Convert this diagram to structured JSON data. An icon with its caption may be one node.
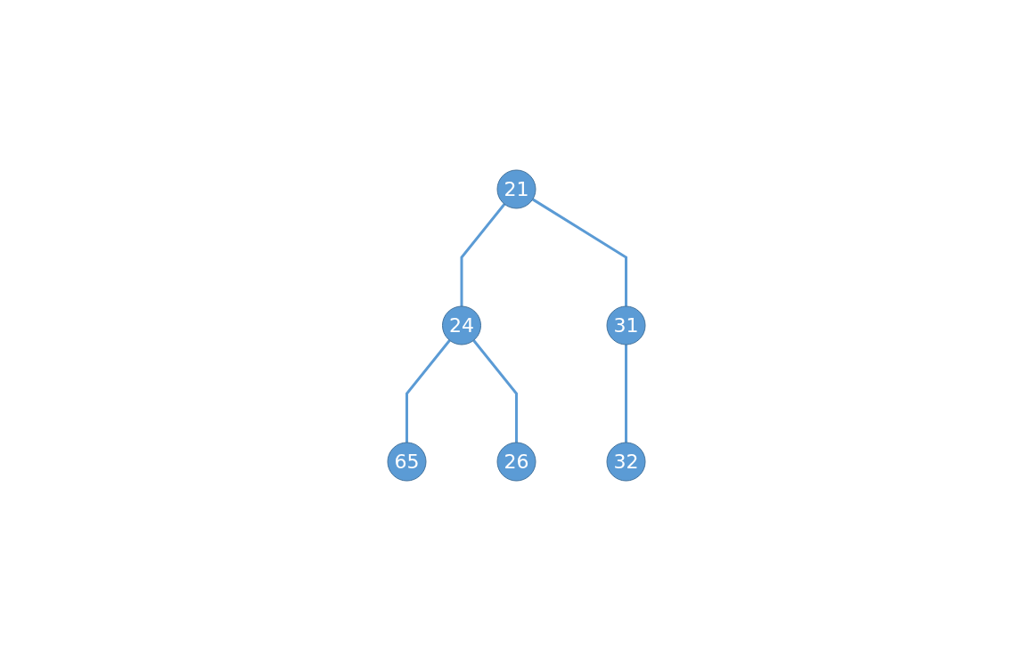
{
  "diagram": {
    "nodes": [
      {
        "text": [
          "21"
        ]
      },
      {
        "text": [
          "24"
        ]
      },
      {
        "text": [
          "31"
        ]
      },
      {
        "text": [
          "65"
        ]
      },
      {
        "text": [
          "26"
        ]
      },
      {
        "text": [
          "32"
        ]
      }
    ],
    "edges": [
      {
        "from": 0,
        "to": 1,
        "arrow": "none"
      },
      {
        "from": 0,
        "to": 2,
        "arrow": "none"
      },
      {
        "from": 1,
        "to": 3,
        "arrow": "none"
      },
      {
        "from": 1,
        "to": 4,
        "arrow": "none"
      },
      {
        "from": 2,
        "to": 5,
        "arrow": "none"
      }
    ]
  }
}
